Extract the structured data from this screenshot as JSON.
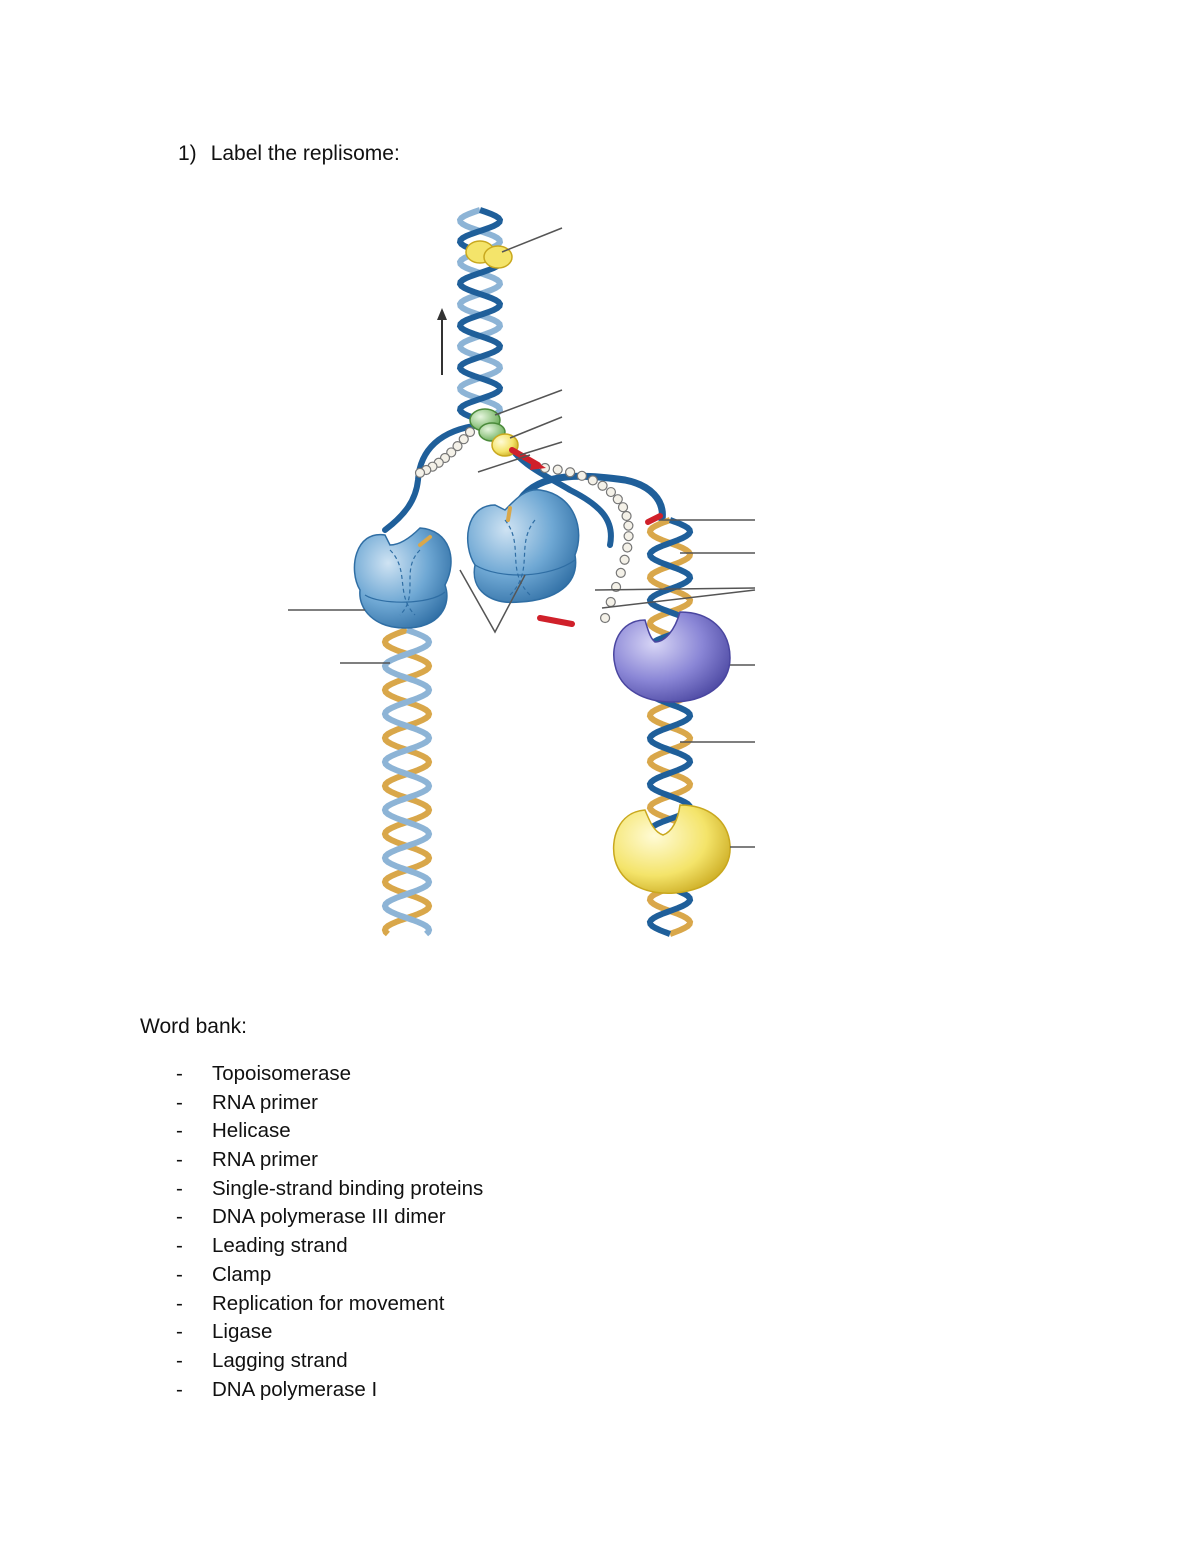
{
  "question": {
    "number": "1)",
    "prompt": "Label the replisome:"
  },
  "word_bank": {
    "title": "Word bank:",
    "bullet": "-",
    "items": [
      "Topoisomerase",
      "RNA primer",
      "Helicase",
      "RNA primer",
      "Single-strand binding proteins",
      "DNA polymerase III dimer",
      "Leading strand",
      "Clamp",
      "Replication for movement",
      "Ligase",
      "Lagging strand",
      "DNA polymerase I"
    ]
  },
  "colors": {
    "dna_dark_blue": "#1f5f9a",
    "dna_light_blue": "#8db4d6",
    "dna_gold": "#d9a74a",
    "primer_red": "#d0202a",
    "polymerase_blue": "#6fa8d4",
    "polymerase_violet": "#8a86d6",
    "ligase_yellow": "#f4e46a",
    "helicase_green": "#8cc47a",
    "ssb_white": "#f4f1e8",
    "label_line": "#555555"
  }
}
